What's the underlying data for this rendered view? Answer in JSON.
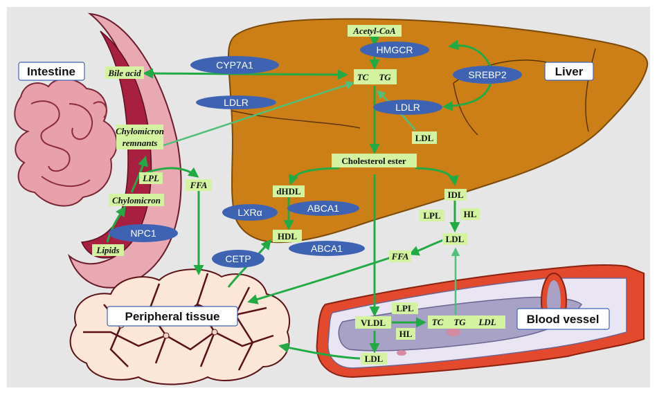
{
  "boxes": {
    "intestine": "Intestine",
    "liver": "Liver",
    "peripheral": "Peripheral tissue",
    "blood_vessel": "Blood vessel"
  },
  "proteins": {
    "cyp7a1": "CYP7A1",
    "hmgcr": "HMGCR",
    "srebp2": "SREBP2",
    "ldlr_left": "LDLR",
    "ldlr_liver": "LDLR",
    "lxra": "LXRα",
    "abca1_top": "ABCA1",
    "abca1_bottom": "ABCA1",
    "npc1": "NPC1",
    "cetp": "CETP"
  },
  "labels": {
    "acetyl_coa": "Acetyl-CoA",
    "tc": "TC",
    "tg": "TG",
    "bile_acid": "Bile acid",
    "ldl_liver": "LDL",
    "chylo_remnants_1": "Chylomicron",
    "chylo_remnants_2": "remnants",
    "cholesterol_ester": "Cholesterol ester",
    "lpl_intestine": "LPL",
    "ffa_left": "FFA",
    "chylomicron": "Chylomicron",
    "lipids": "Lipids",
    "dhdl": "dHDL",
    "hdl": "HDL",
    "idl": "IDL",
    "lpl_right": "LPL",
    "hl_right": "HL",
    "ldl_right": "LDL",
    "ffa_right": "FFA",
    "vldl": "VLDL",
    "lpl_vessel": "LPL",
    "hl_vessel": "HL",
    "tc_vessel": "TC",
    "tg_vessel": "TG",
    "ldl_vessel": "LDL",
    "ldl_bottom": "LDL"
  },
  "colors": {
    "arrow": "#22aa44",
    "liver": "#cc7f16",
    "protein": "#3f63b3",
    "label_bg": "#d3f3a0",
    "intestine": "#b02a4f",
    "vessel": "#e2492d"
  }
}
